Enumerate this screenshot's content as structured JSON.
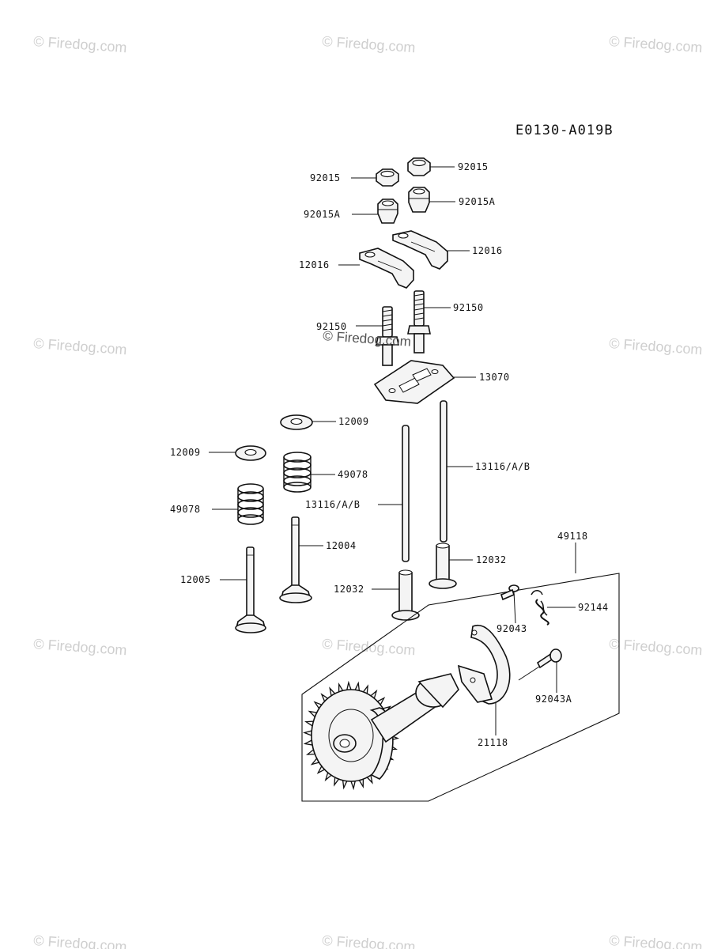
{
  "diagram_code": "E0130-A019B",
  "watermark": "© Firedog.com",
  "labels": {
    "p92015_left": "92015",
    "p92015_right": "92015",
    "p92015A_left": "92015A",
    "p92015A_right": "92015A",
    "p12016_left": "12016",
    "p12016_right": "12016",
    "p92150_left": "92150",
    "p92150_right": "92150",
    "p13070": "13070",
    "p12009_upper": "12009",
    "p12009_lower": "12009",
    "p49078_upper": "49078",
    "p49078_lower": "49078",
    "p13116_left": "13116/A/B",
    "p13116_right": "13116/A/B",
    "p12004": "12004",
    "p12005": "12005",
    "p12032_left": "12032",
    "p12032_right": "12032",
    "p49118": "49118",
    "p92043": "92043",
    "p92144": "92144",
    "p92043A": "92043A",
    "p21118": "21118"
  }
}
